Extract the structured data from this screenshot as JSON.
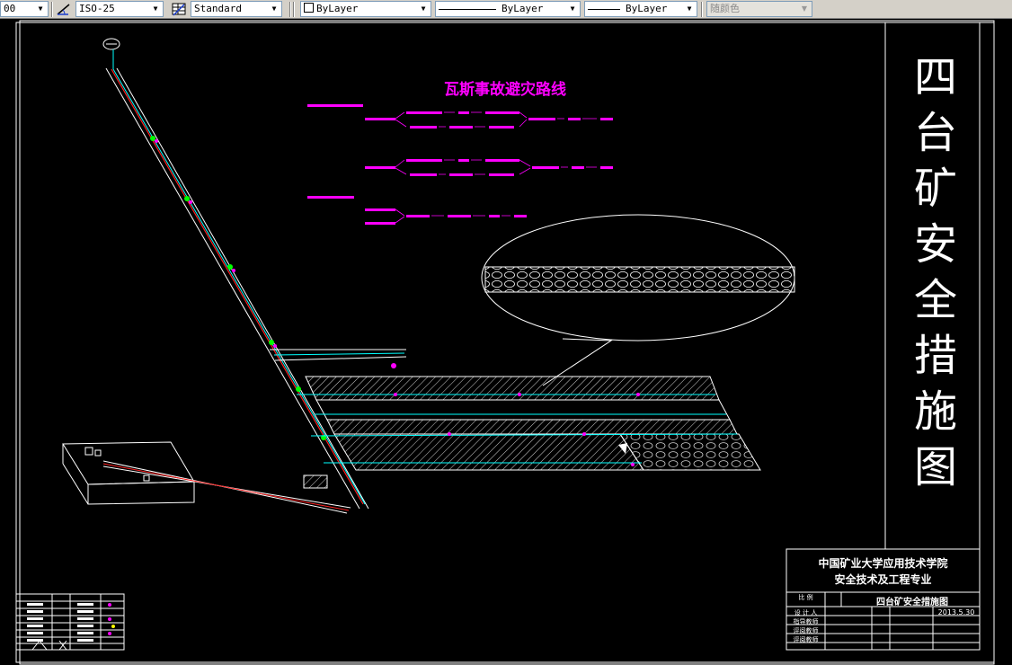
{
  "toolbar": {
    "layer_value": "00",
    "dimstyle_value": "ISO-25",
    "tablestyle_value": "Standard",
    "color_value": "ByLayer",
    "linetype_value": "ByLayer",
    "lineweight_value": "ByLayer",
    "plotstyle_value": "随颜色"
  },
  "drawing": {
    "vertical_title_chars": [
      "四",
      "台",
      "矿",
      "安",
      "全",
      "措",
      "施",
      "图"
    ],
    "route_title": "瓦斯事故避灾路线",
    "institution_line1": "中国矿业大学应用技术学院",
    "institution_line2": "安全技术及工程专业",
    "drawing_name": "四台矿安全措施图",
    "date": "2013.5.30",
    "row_labels": [
      "比    例",
      "设 计 人",
      "指导教师",
      "评阅教师",
      "评阅教师"
    ]
  },
  "colors": {
    "background": "#000000",
    "magenta": "#ff00ff",
    "cyan": "#00ffff",
    "white": "#ffffff",
    "red": "#ff2020",
    "toolbar": "#d4d0c8"
  },
  "icons": [
    "dimstyle-icon",
    "tablestyle-icon",
    "color-swatch-icon"
  ]
}
